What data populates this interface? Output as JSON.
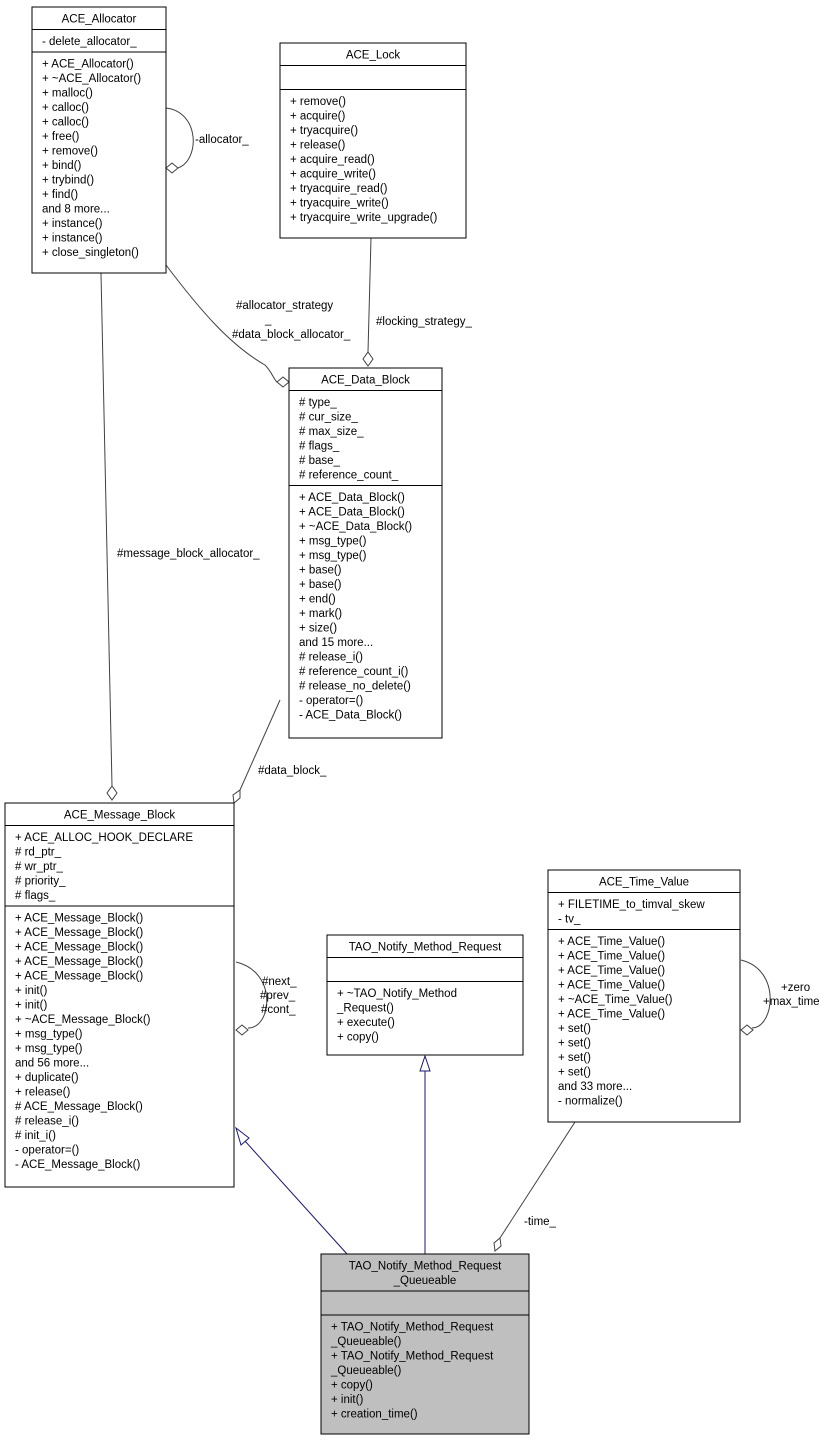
{
  "classes": {
    "allocator": {
      "title": [
        "ACE_Allocator"
      ],
      "attributes": [
        "- delete_allocator_"
      ],
      "methods": [
        "+ ACE_Allocator()",
        "+ ~ACE_Allocator()",
        "+ malloc()",
        "+ calloc()",
        "+ calloc()",
        "+ free()",
        "+ remove()",
        "+ bind()",
        "+ trybind()",
        "+ find()",
        "and 8 more...",
        "+ instance()",
        "+ instance()",
        "+ close_singleton()"
      ]
    },
    "lock": {
      "title": [
        "ACE_Lock"
      ],
      "attributes": [],
      "methods": [
        "+ remove()",
        "+ acquire()",
        "+ tryacquire()",
        "+ release()",
        "+ acquire_read()",
        "+ acquire_write()",
        "+ tryacquire_read()",
        "+ tryacquire_write()",
        "+ tryacquire_write_upgrade()"
      ]
    },
    "data_block": {
      "title": [
        "ACE_Data_Block"
      ],
      "attributes": [
        "# type_",
        "# cur_size_",
        "# max_size_",
        "# flags_",
        "# base_",
        "# reference_count_"
      ],
      "methods": [
        "+ ACE_Data_Block()",
        "+ ACE_Data_Block()",
        "+ ~ACE_Data_Block()",
        "+ msg_type()",
        "+ msg_type()",
        "+ base()",
        "+ base()",
        "+ end()",
        "+ mark()",
        "+ size()",
        "and 15 more...",
        "# release_i()",
        "# reference_count_i()",
        "# release_no_delete()",
        "- operator=()",
        "- ACE_Data_Block()"
      ]
    },
    "message_block": {
      "title": [
        "ACE_Message_Block"
      ],
      "attributes": [
        "+ ACE_ALLOC_HOOK_DECLARE",
        "# rd_ptr_",
        "# wr_ptr_",
        "# priority_",
        "# flags_"
      ],
      "methods": [
        "+ ACE_Message_Block()",
        "+ ACE_Message_Block()",
        "+ ACE_Message_Block()",
        "+ ACE_Message_Block()",
        "+ ACE_Message_Block()",
        "+ init()",
        "+ init()",
        "+ ~ACE_Message_Block()",
        "+ msg_type()",
        "+ msg_type()",
        "and 56 more...",
        "+ duplicate()",
        "+ release()",
        "# ACE_Message_Block()",
        "# release_i()",
        "# init_i()",
        "- operator=()",
        "- ACE_Message_Block()"
      ]
    },
    "method_request": {
      "title": [
        "TAO_Notify_Method_Request"
      ],
      "attributes": [],
      "methods": [
        "+ ~TAO_Notify_Method",
        "_Request()",
        "+ execute()",
        "+ copy()"
      ]
    },
    "time_value": {
      "title": [
        "ACE_Time_Value"
      ],
      "attributes": [
        "+ FILETIME_to_timval_skew",
        "- tv_"
      ],
      "methods": [
        "+ ACE_Time_Value()",
        "+ ACE_Time_Value()",
        "+ ACE_Time_Value()",
        "+ ACE_Time_Value()",
        "+ ~ACE_Time_Value()",
        "+ ACE_Time_Value()",
        "+ set()",
        "+ set()",
        "+ set()",
        "+ set()",
        "and 33 more...",
        "- normalize()"
      ]
    },
    "queueable": {
      "title": [
        "TAO_Notify_Method_Request",
        "_Queueable"
      ],
      "attributes": [],
      "methods": [
        "+ TAO_Notify_Method_Request",
        "_Queueable()",
        "+ TAO_Notify_Method_Request",
        "_Queueable()",
        "+ copy()",
        "+ init()",
        "+ creation_time()"
      ]
    }
  },
  "edge_labels": {
    "self_allocator": "-allocator_",
    "allocator_strategy": "#allocator_strategy",
    "data_block_allocator": "#data_block_allocator_",
    "locking_strategy": "#locking_strategy_",
    "message_block_allocator": "#message_block_allocator_",
    "data_block": "#data_block_",
    "mb_next": "#next_",
    "mb_prev": "#prev_",
    "mb_cont": "#cont_",
    "tv_zero": "+zero",
    "tv_max_time": "+max_time",
    "time": "-time_"
  },
  "colors": {
    "highlight_fill": "#bfbfbf",
    "association_edge": "#404040",
    "inheritance_edge": "#191970"
  }
}
